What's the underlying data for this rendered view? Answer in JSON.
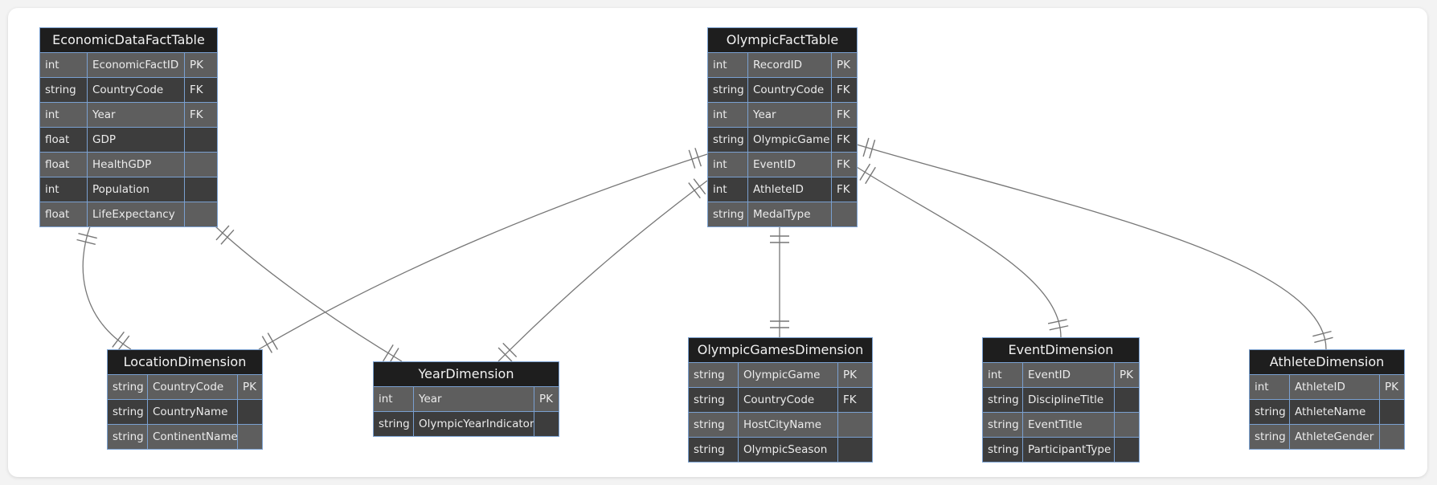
{
  "diagram": {
    "entities": [
      {
        "id": "economic",
        "name": "EconomicDataFactTable",
        "fields": [
          {
            "type": "int",
            "name": "EconomicFactID",
            "key": "PK"
          },
          {
            "type": "string",
            "name": "CountryCode",
            "key": "FK"
          },
          {
            "type": "int",
            "name": "Year",
            "key": "FK"
          },
          {
            "type": "float",
            "name": "GDP",
            "key": ""
          },
          {
            "type": "float",
            "name": "HealthGDP",
            "key": ""
          },
          {
            "type": "int",
            "name": "Population",
            "key": ""
          },
          {
            "type": "float",
            "name": "LifeExpectancy",
            "key": ""
          }
        ]
      },
      {
        "id": "olympic",
        "name": "OlympicFactTable",
        "fields": [
          {
            "type": "int",
            "name": "RecordID",
            "key": "PK"
          },
          {
            "type": "string",
            "name": "CountryCode",
            "key": "FK"
          },
          {
            "type": "int",
            "name": "Year",
            "key": "FK"
          },
          {
            "type": "string",
            "name": "OlympicGame",
            "key": "FK"
          },
          {
            "type": "int",
            "name": "EventID",
            "key": "FK"
          },
          {
            "type": "int",
            "name": "AthleteID",
            "key": "FK"
          },
          {
            "type": "string",
            "name": "MedalType",
            "key": ""
          }
        ]
      },
      {
        "id": "location",
        "name": "LocationDimension",
        "fields": [
          {
            "type": "string",
            "name": "CountryCode",
            "key": "PK"
          },
          {
            "type": "string",
            "name": "CountryName",
            "key": ""
          },
          {
            "type": "string",
            "name": "ContinentName",
            "key": ""
          }
        ]
      },
      {
        "id": "year",
        "name": "YearDimension",
        "fields": [
          {
            "type": "int",
            "name": "Year",
            "key": "PK"
          },
          {
            "type": "string",
            "name": "OlympicYearIndicator",
            "key": ""
          }
        ]
      },
      {
        "id": "games",
        "name": "OlympicGamesDimension",
        "fields": [
          {
            "type": "string",
            "name": "OlympicGame",
            "key": "PK"
          },
          {
            "type": "string",
            "name": "CountryCode",
            "key": "FK"
          },
          {
            "type": "string",
            "name": "HostCityName",
            "key": ""
          },
          {
            "type": "string",
            "name": "OlympicSeason",
            "key": ""
          }
        ]
      },
      {
        "id": "event",
        "name": "EventDimension",
        "fields": [
          {
            "type": "int",
            "name": "EventID",
            "key": "PK"
          },
          {
            "type": "string",
            "name": "DisciplineTitle",
            "key": ""
          },
          {
            "type": "string",
            "name": "EventTitle",
            "key": ""
          },
          {
            "type": "string",
            "name": "ParticipantType",
            "key": ""
          }
        ]
      },
      {
        "id": "athlete",
        "name": "AthleteDimension",
        "fields": [
          {
            "type": "int",
            "name": "AthleteID",
            "key": "PK"
          },
          {
            "type": "string",
            "name": "AthleteName",
            "key": ""
          },
          {
            "type": "string",
            "name": "AthleteGender",
            "key": ""
          }
        ]
      }
    ],
    "relationships": [
      {
        "from": "economic",
        "to": "location",
        "cardinality": "one-to-one"
      },
      {
        "from": "economic",
        "to": "year",
        "cardinality": "one-to-one"
      },
      {
        "from": "olympic",
        "to": "location",
        "cardinality": "one-to-one"
      },
      {
        "from": "olympic",
        "to": "year",
        "cardinality": "one-to-one"
      },
      {
        "from": "olympic",
        "to": "games",
        "cardinality": "one-to-one"
      },
      {
        "from": "olympic",
        "to": "event",
        "cardinality": "one-to-one"
      },
      {
        "from": "olympic",
        "to": "athlete",
        "cardinality": "one-to-one"
      }
    ],
    "colors": {
      "header_bg": "#1e1e1e",
      "row_odd_bg": "#5e5e5e",
      "row_even_bg": "#3d3d3d",
      "border": "#7aa0d0",
      "text": "#ececec",
      "edge": "#777777"
    }
  }
}
